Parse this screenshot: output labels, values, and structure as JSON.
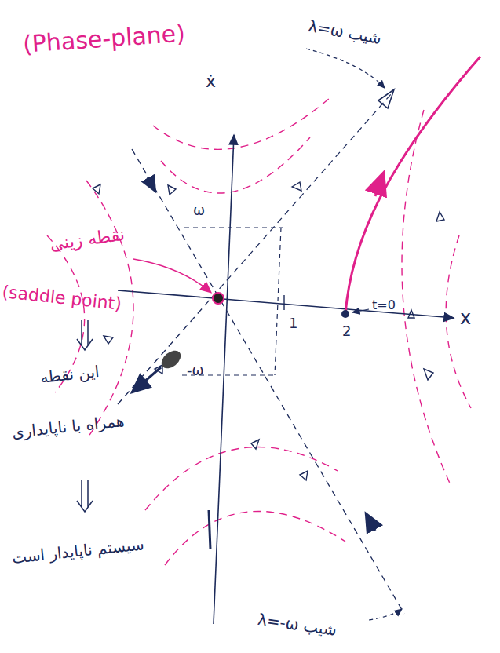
{
  "diagram": {
    "labels": [
      "شیب λ=ω",
      "(Phase-plane)",
      "ẋ",
      "ω",
      "-ω",
      "1",
      "2",
      "x",
      "t=0",
      "نقطه زینی",
      "(saddle point)",
      "این نقطه",
      "همراه با ناپایداری",
      "سیستم ناپایدار است",
      "شیب λ=-ω"
    ]
  }
}
